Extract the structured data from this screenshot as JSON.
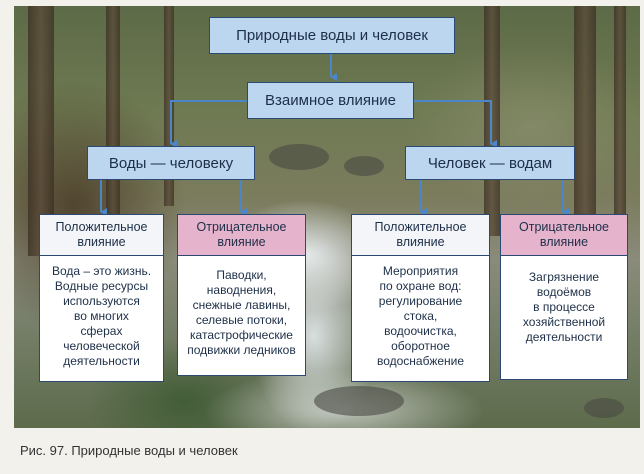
{
  "title": "Природные воды и человек",
  "mutual": "Взаимное влияние",
  "branches": {
    "left": "Воды — человеку",
    "right": "Человек — водам"
  },
  "effects": [
    {
      "head": [
        "Положительное",
        "влияние"
      ],
      "lines": [
        "Вода – это жизнь.",
        "Водные ресурсы",
        "используются",
        "во многих",
        "сферах",
        "человеческой",
        "деятельности"
      ]
    },
    {
      "head": [
        "Отрицательное",
        "влияние"
      ],
      "lines": [
        "Паводки,",
        "наводнения,",
        "снежные лавины,",
        "селевые потоки,",
        "катастрофические",
        "подвижки ледников"
      ]
    },
    {
      "head": [
        "Положительное",
        "влияние"
      ],
      "lines": [
        "Мероприятия",
        "по охране вод:",
        "регулирование",
        "стока,",
        "водоочистка,",
        "оборотное",
        "водоснабжение"
      ]
    },
    {
      "head": [
        "Отрицательное",
        "влияние"
      ],
      "lines": [
        "Загрязнение",
        "водоёмов",
        "в процессе",
        "хозяйственной",
        "деятельности"
      ]
    }
  ],
  "caption": "Рис. 97. Природные воды и человек",
  "colors": {
    "box_blue": "#bcd6ef",
    "positive_head": "#f3f5f8",
    "negative_head": "#e6b3cd",
    "border": "#2b4a73",
    "arrow": "#4a86c8"
  }
}
